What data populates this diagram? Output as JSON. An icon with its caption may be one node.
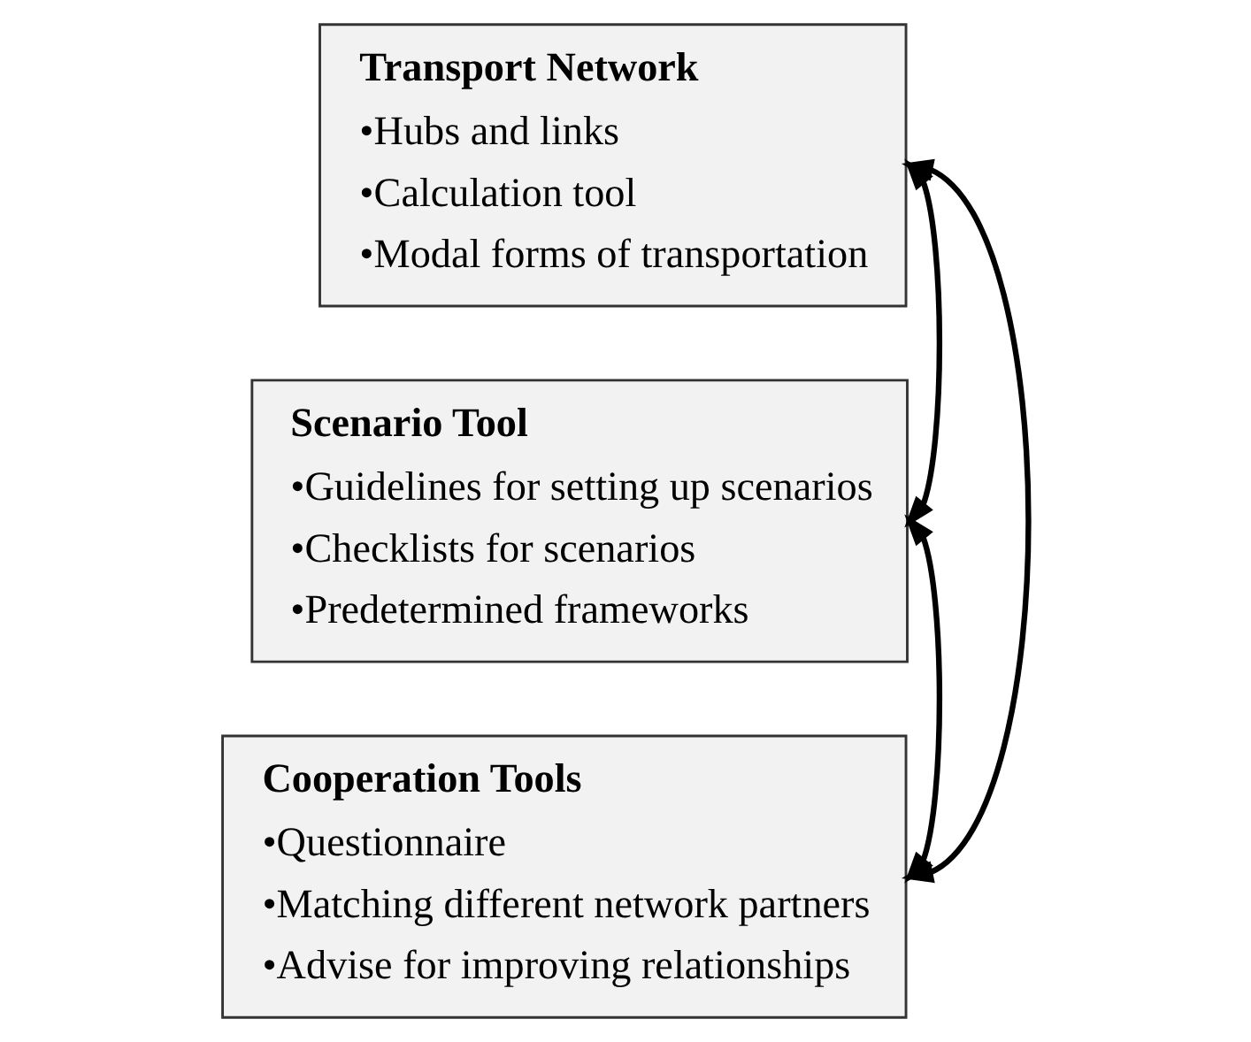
{
  "diagram": {
    "nodes": [
      {
        "text": [
          "Transport Network",
          "•Hubs and links",
          "•Calculation tool",
          "•Modal forms of transportation"
        ]
      },
      {
        "text": [
          "Scenario Tool",
          "•Guidelines for setting up scenarios",
          "•Checklists for scenarios",
          "•Predetermined frameworks"
        ]
      },
      {
        "text": [
          "Cooperation Tools",
          "•Questionnaire",
          "•Matching different network partners",
          "•Advise for improving relationships"
        ]
      }
    ],
    "edges": [
      {
        "from": 0,
        "to": 1,
        "arrow": "both"
      },
      {
        "from": 1,
        "to": 2,
        "arrow": "both"
      },
      {
        "from": 0,
        "to": 2,
        "arrow": "both"
      }
    ]
  }
}
